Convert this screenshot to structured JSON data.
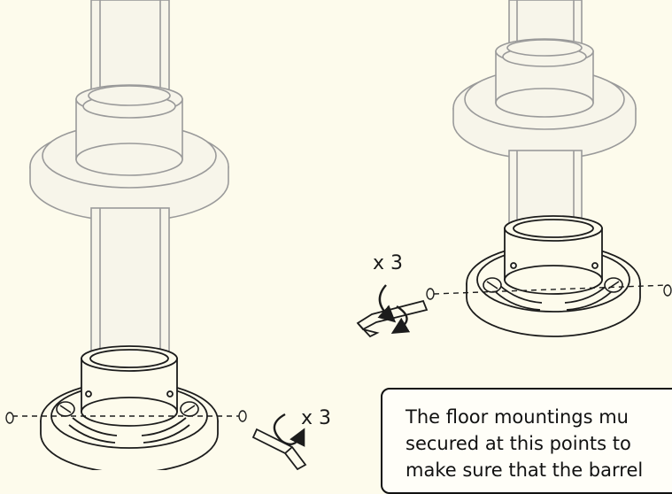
{
  "labels": {
    "quantity_left": "x 3",
    "quantity_right": "x 3"
  },
  "note": {
    "lines": [
      "The floor mountings mu",
      "secured at this points to",
      "make sure that the barrel"
    ]
  },
  "colors": {
    "background": "#fdfbec",
    "line_dark": "#1c1c1c",
    "line_light": "#9a9a9a",
    "fill_light": "#f7f5ea"
  },
  "icons": [
    "hex-key-icon",
    "rotate-arrow-icon",
    "screw-icon"
  ]
}
